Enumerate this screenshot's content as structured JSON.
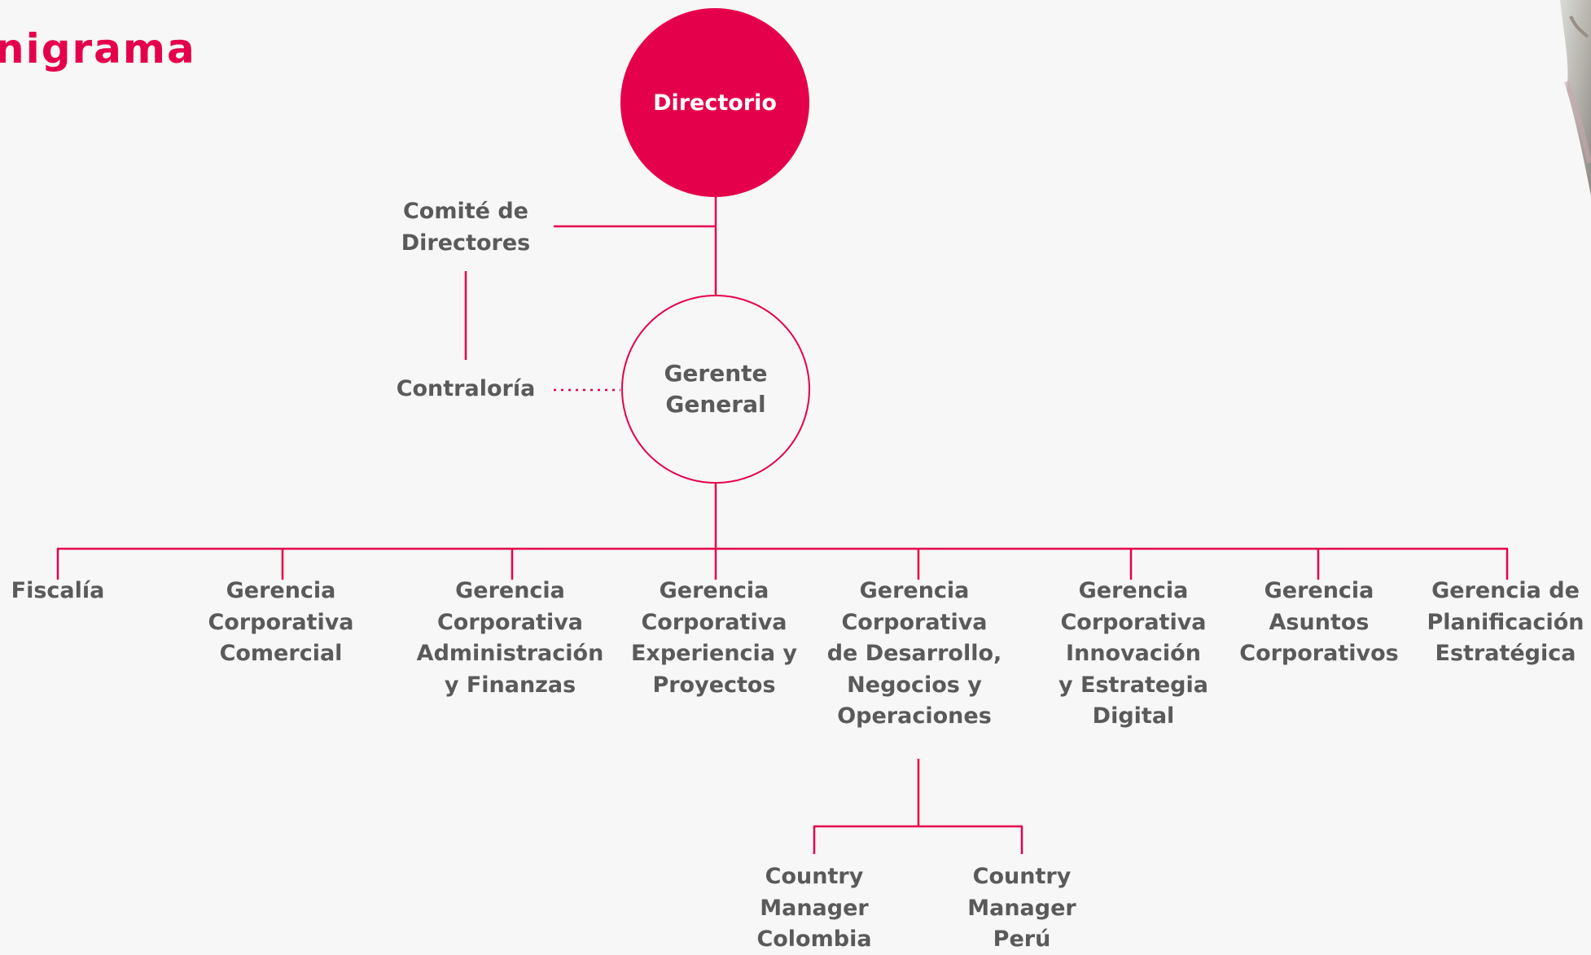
{
  "title": "nigrama",
  "colors": {
    "accent": "#e5004b",
    "text": "#5a5a5a",
    "background": "#f6f7f6"
  },
  "nodes": {
    "directorio": "Directorio",
    "comite": "Comité de\nDirectores",
    "contraloria": "Contraloría",
    "gerente_general": "Gerente\nGeneral"
  },
  "departments": [
    "Fiscalía",
    "Gerencia\nCorporativa\nComercial",
    "Gerencia\nCorporativa\nAdministración\ny Finanzas",
    "Gerencia\nCorporativa\nExperiencia y\nProyectos",
    "Gerencia\nCorporativa\nde Desarrollo,\nNegocios y\nOperaciones",
    "Gerencia\nCorporativa\nInnovación\ny Estrategia\nDigital",
    "Gerencia\nAsuntos\nCorporativos",
    "Gerencia de\nPlanificación\nEstratégica"
  ],
  "country_managers": [
    "Country\nManager\nColombia",
    "Country\nManager\nPerú"
  ]
}
